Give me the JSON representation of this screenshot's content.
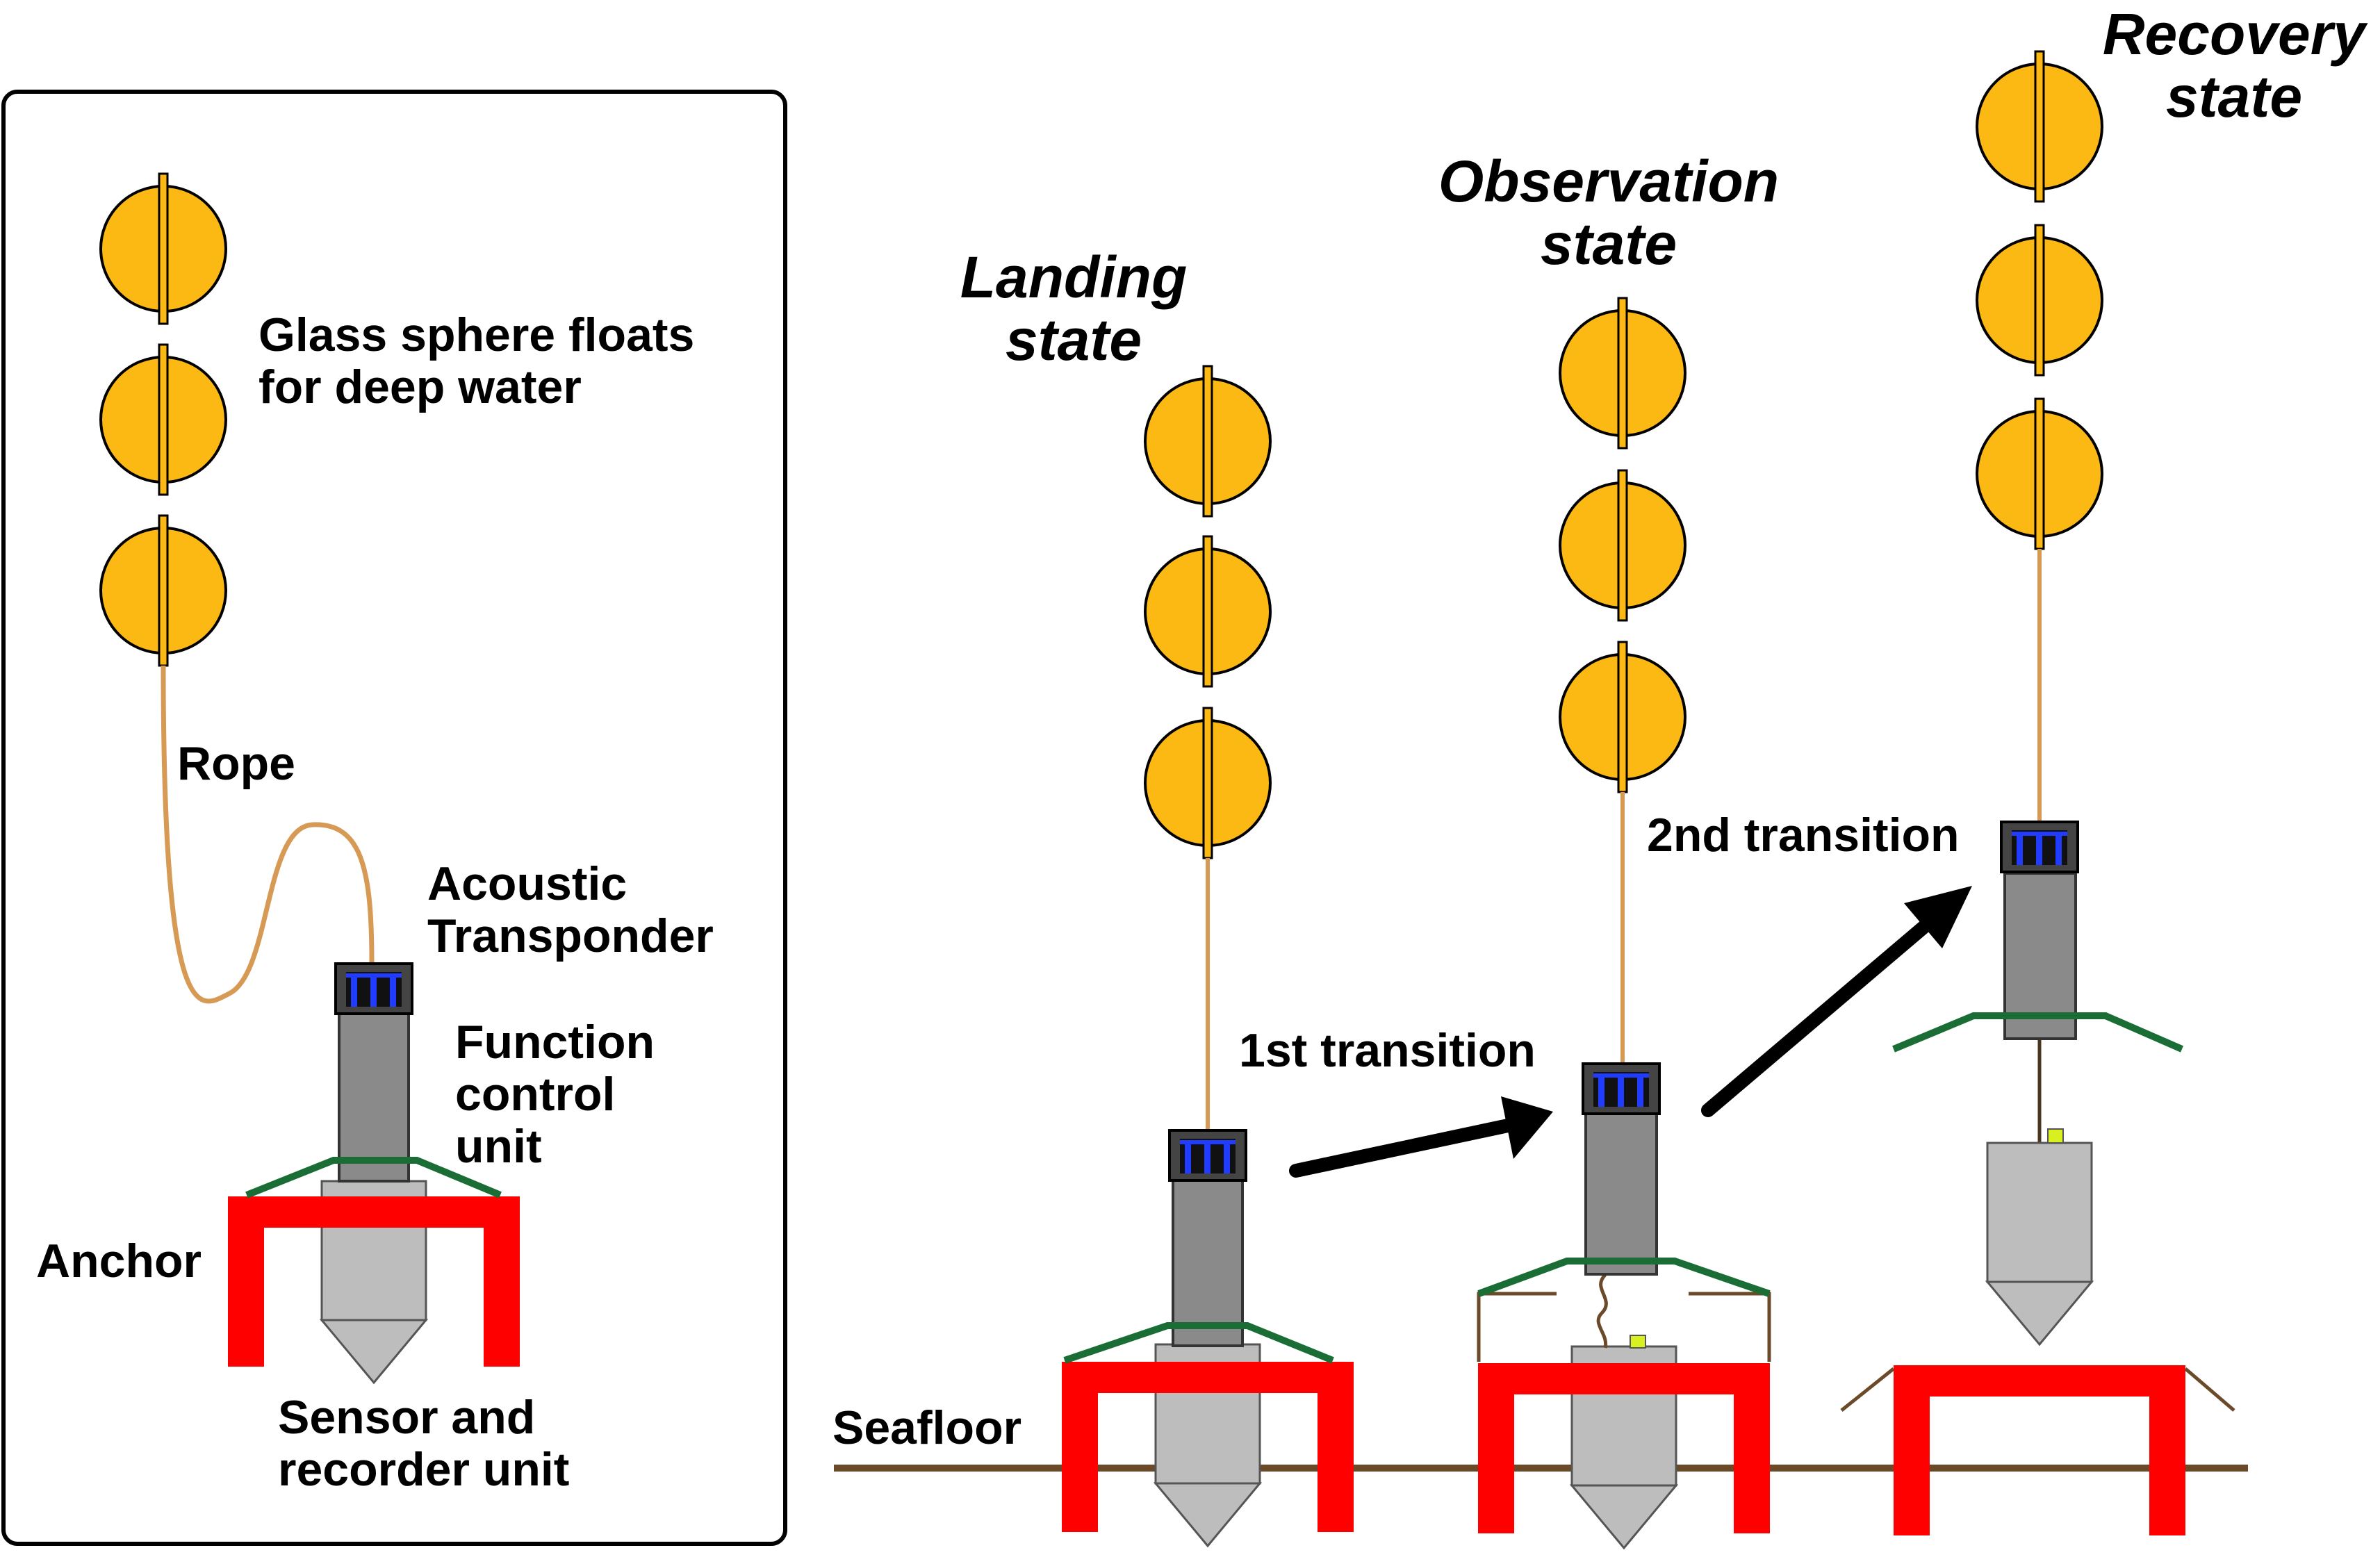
{
  "legend": {
    "floats_label_line1": "Glass sphere floats",
    "floats_label_line2": "for deep water",
    "rope_label": "Rope",
    "transponder_label_line1": "Acoustic",
    "transponder_label_line2": "Transponder",
    "function_label_line1": "Function",
    "function_label_line2": "control",
    "function_label_line3": "unit",
    "anchor_label": "Anchor",
    "sensor_label_line1": "Sensor and",
    "sensor_label_line2": "recorder unit"
  },
  "states": {
    "landing_line1": "Landing",
    "landing_line2": "state",
    "observation_line1": "Observation",
    "observation_line2": "state",
    "recovery_line1": "Recovery",
    "recovery_line2": "state"
  },
  "transitions": {
    "first": "1st transition",
    "second": "2nd transition"
  },
  "seafloor_label": "Seafloor",
  "colors": {
    "float": "#fdb913",
    "rope": "#d79a55",
    "anchor": "#ff0000",
    "wire": "#1a6e35",
    "unit": "#8a8a8a",
    "sensor": "#bdbdbd",
    "seafloor": "#6b4a2a",
    "transponder": "#1f3cff"
  }
}
